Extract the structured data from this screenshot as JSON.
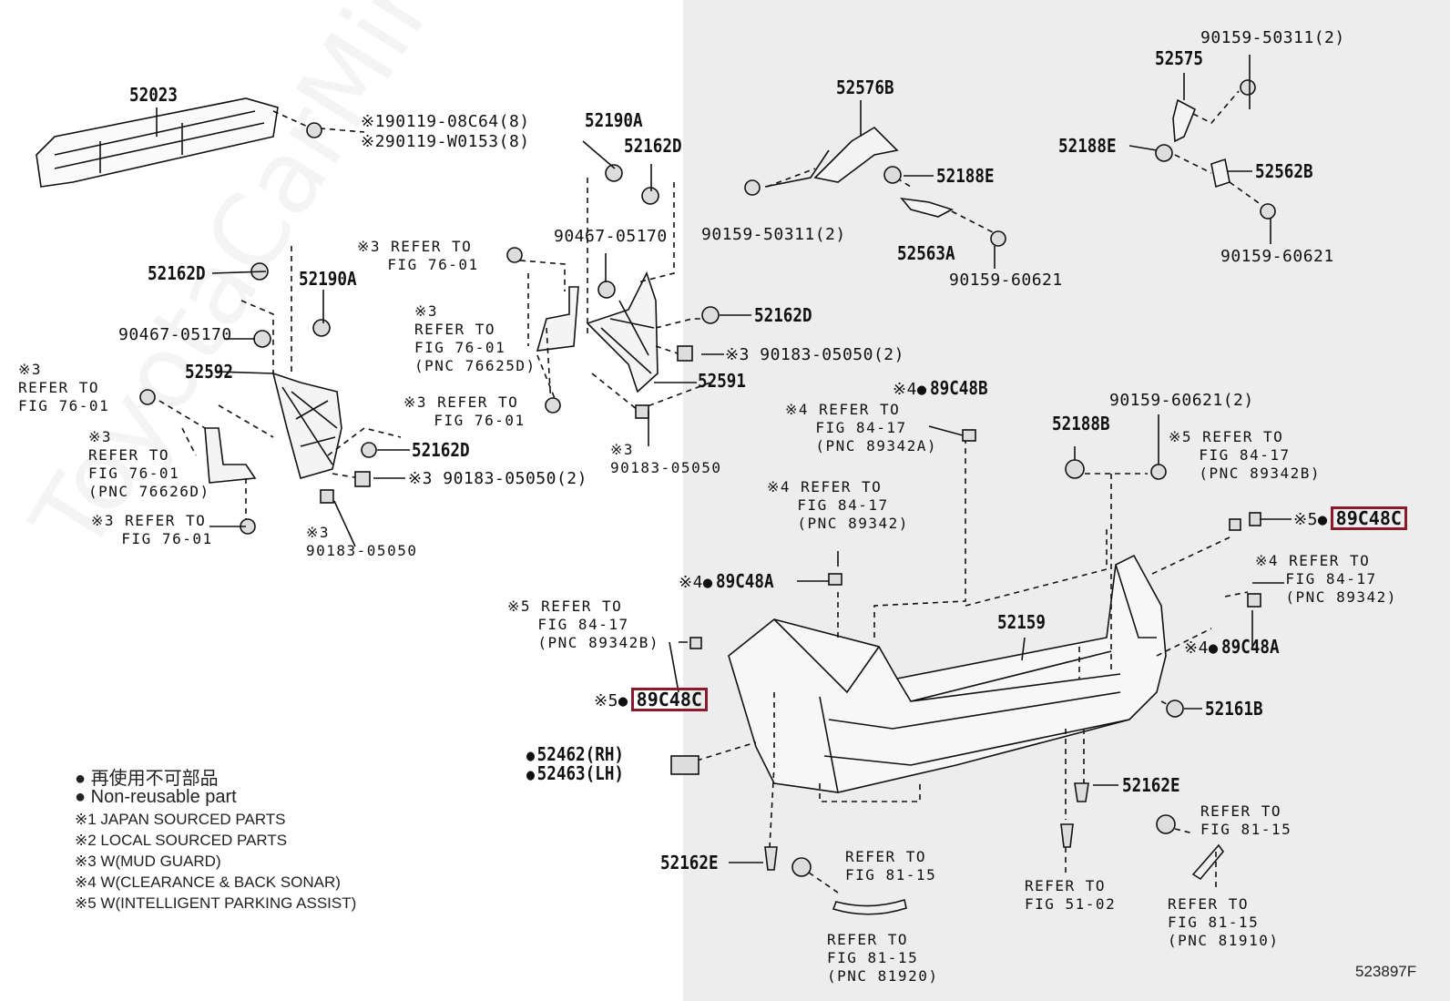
{
  "watermark": "ToyotaCarMine.ru",
  "diagram_code": "523897F",
  "labels": {
    "p52023": "52023",
    "p190119": "※190119-08C64(8)",
    "p290119": "※290119-W0153(8)",
    "p52190a_top": "52190A",
    "p52162d_top": "52162D",
    "p52576b": "52576B",
    "p90159_50311_top": "90159-50311(2)",
    "p52575": "52575",
    "p52188e_right": "52188E",
    "p52562b": "52562B",
    "p52188e_mid": "52188E",
    "p90159_60621_right": "90159-60621",
    "p90159_50311_mid": "90159-50311(2)",
    "p52563a": "52563A",
    "p90159_60621_mid": "90159-60621",
    "p90467_05170_mid": "90467-05170",
    "ref_fig7601_a": "※3 REFER TO\n   FIG 76-01",
    "p52162d_left": "52162D",
    "p52190a_left": "52190A",
    "p90467_05170_left": "90467-05170",
    "ref_76625d": "※3\nREFER TO\nFIG 76-01\n(PNC 76625D)",
    "p52162d_mid": "52162D",
    "p90183_05050_2_right": "※3 90183-05050(2)",
    "p52591": "52591",
    "p52592": "52592",
    "ref_fig7601_left": "※3\nREFER TO\nFIG 76-01",
    "ref_fig7601_mid": "※3 REFER TO\n   FIG 76-01",
    "ref_76626d": "※3\nREFER TO\nFIG 76-01\n(PNC 76626D)",
    "p52162d_lower": "52162D",
    "p90183_05050_2_lower": "※3 90183-05050(2)",
    "p90183_05050_right": "※3\n90183-05050",
    "ref_fig7601_bottom": "※3 REFER TO\n   FIG 76-01",
    "p90183_05050_bottom": "※3\n90183-05050",
    "p89c48b": "89C48B",
    "p89c48b_prefix": "※4",
    "ref_89342a": "※4 REFER TO\n   FIG 84-17\n   (PNC 89342A)",
    "p90159_60621_2": "90159-60621(2)",
    "p52188b": "52188B",
    "ref_89342b_right": "※5 REFER TO\n   FIG 84-17\n   (PNC 89342B)",
    "ref_89342_mid": "※4 REFER TO\n   FIG 84-17\n   (PNC 89342)",
    "p89c48c_right": "89C48C",
    "p89c48c_right_prefix": "※5",
    "ref_89342_right": "※4 REFER TO\n   FIG 84-17\n   (PNC 89342)",
    "p89c48a_mid": "89C48A",
    "p89c48a_mid_prefix": "※4",
    "p52159": "52159",
    "ref_89342b_left": "※5 REFER TO\n   FIG 84-17\n   (PNC 89342B)",
    "p89c48a_right": "89C48A",
    "p89c48a_right_prefix": "※4",
    "p89c48c_left": "89C48C",
    "p89c48c_left_prefix": "※5",
    "p52161b": "52161B",
    "p52462": "52462(RH)",
    "p52463": "52463(LH)",
    "p52162e_right": "52162E",
    "ref_fig8115_right": "REFER TO\nFIG 81-15",
    "p52162e_left": "52162E",
    "ref_fig8115_mid": "REFER TO\nFIG 81-15",
    "ref_fig5102": "REFER TO\nFIG 51-02",
    "ref_81910": "REFER TO\nFIG 81-15\n(PNC 81910)",
    "ref_81920": "REFER TO\nFIG 81-15\n(PNC 81920)"
  },
  "legend": {
    "jp_nonreusable": "● 再使用不可部品",
    "en_nonreusable": "● Non-reusable part",
    "note1": "※1 JAPAN SOURCED PARTS",
    "note2": "※2 LOCAL SOURCED PARTS",
    "note3": "※3 W(MUD GUARD)",
    "note4": "※4 W(CLEARANCE & BACK SONAR)",
    "note5": "※5 W(INTELLIGENT PARKING ASSIST)"
  },
  "colors": {
    "highlight": "#8b1a2b",
    "right_panel": "#ededed",
    "ink": "#111111"
  }
}
